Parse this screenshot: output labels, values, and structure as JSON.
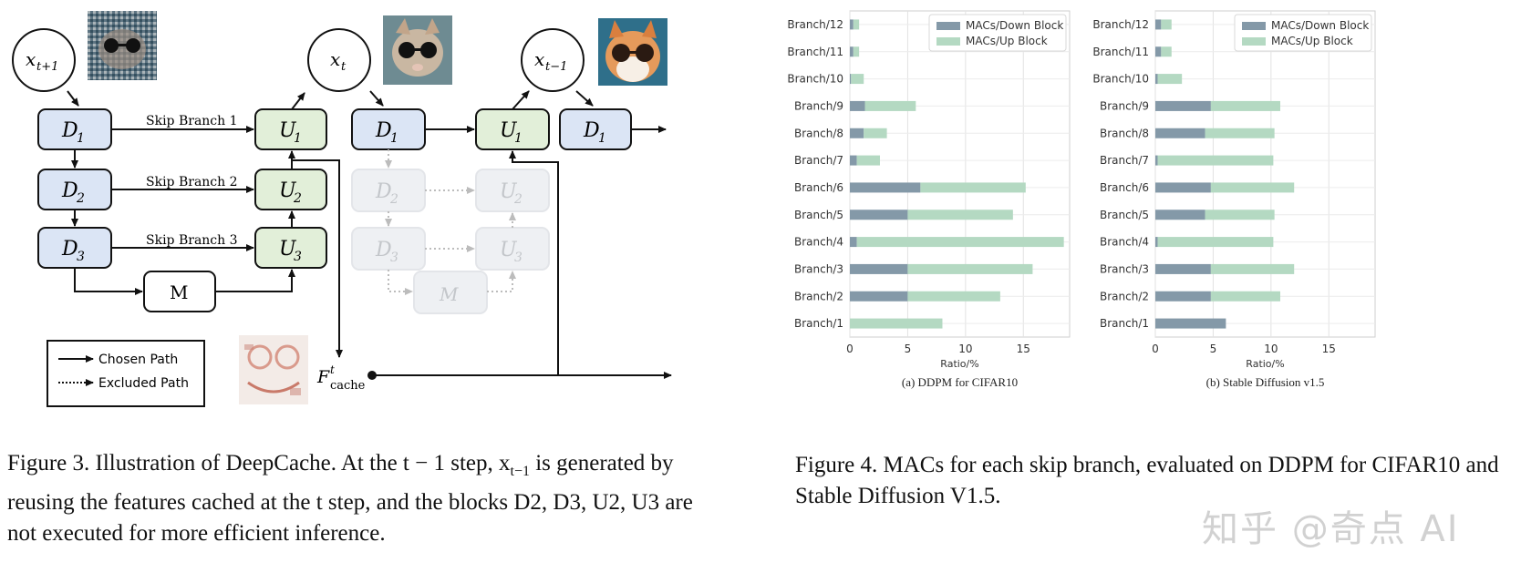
{
  "figure3": {
    "inputs": {
      "x_prev_base": "x",
      "x_prev_sub": "t+1",
      "x_t_base": "x",
      "x_t_sub": "t",
      "x_next_base": "x",
      "x_next_sub": "t−1"
    },
    "blocks": {
      "D1": "D",
      "D1_sub": "1",
      "D2": "D",
      "D2_sub": "2",
      "D3": "D",
      "D3_sub": "3",
      "U1": "U",
      "U1_sub": "1",
      "U2": "U",
      "U2_sub": "2",
      "U3": "U",
      "U3_sub": "3",
      "M": "M"
    },
    "skip_labels": [
      "Skip Branch 1",
      "Skip Branch 2",
      "Skip Branch 3"
    ],
    "cache_label_base": "F",
    "cache_label_sup": "t",
    "cache_label_sub": "cache",
    "legend": {
      "chosen": "Chosen Path",
      "excluded": "Excluded Path"
    },
    "caption": "Figure 3. Illustration of DeepCache. At the t − 1 step, x",
    "caption_sub": "t−1",
    "caption_rest": " is generated by reusing the features cached at the t step, and the blocks D",
    "caption_tail": "2, D3, U2, U3 are not executed for more efficient inference."
  },
  "figure4": {
    "caption": "Figure 4.  MACs for each skip branch, evaluated on DDPM for CIFAR10 and Stable Diffusion V1.5.",
    "watermark": "知乎 @奇点 AI"
  },
  "colors": {
    "down_block": "#8499a8",
    "up_block": "#b4d9c2",
    "d_block_fill": "#dbe5f5",
    "u_block_fill": "#e2efd9",
    "faded_fill": "#eef0f3"
  },
  "chart_data": [
    {
      "type": "bar",
      "orientation": "horizontal",
      "stacked": true,
      "title": "(a) DDPM for CIFAR10",
      "xlabel": "Ratio/%",
      "xlim": [
        0,
        19
      ],
      "xticks": [
        0,
        5,
        10,
        15
      ],
      "grid": true,
      "legend_position": "top-right",
      "categories": [
        "Branch/1",
        "Branch/2",
        "Branch/3",
        "Branch/4",
        "Branch/5",
        "Branch/6",
        "Branch/7",
        "Branch/8",
        "Branch/9",
        "Branch/10",
        "Branch/11",
        "Branch/12"
      ],
      "series": [
        {
          "name": "MACs/Down Block",
          "color": "#8499a8",
          "values": [
            0,
            5.0,
            5.0,
            0.6,
            5.0,
            6.1,
            0.6,
            1.2,
            1.3,
            0.1,
            0.3,
            0.3
          ]
        },
        {
          "name": "MACs/Up Block",
          "color": "#b4d9c2",
          "values": [
            8.0,
            8.0,
            10.8,
            17.9,
            9.1,
            9.1,
            2.0,
            2.0,
            4.4,
            1.1,
            0.5,
            0.5
          ]
        }
      ]
    },
    {
      "type": "bar",
      "orientation": "horizontal",
      "stacked": true,
      "title": "(b) Stable Diffusion v1.5",
      "xlabel": "Ratio/%",
      "xlim": [
        0,
        19
      ],
      "xticks": [
        0,
        5,
        10,
        15
      ],
      "grid": true,
      "legend_position": "top-right",
      "categories": [
        "Branch/1",
        "Branch/2",
        "Branch/3",
        "Branch/4",
        "Branch/5",
        "Branch/6",
        "Branch/7",
        "Branch/8",
        "Branch/9",
        "Branch/10",
        "Branch/11",
        "Branch/12"
      ],
      "series": [
        {
          "name": "MACs/Down Block",
          "color": "#8499a8",
          "values": [
            6.1,
            4.8,
            4.8,
            0.2,
            4.3,
            4.8,
            0.2,
            4.3,
            4.8,
            0.2,
            0.5,
            0.5
          ]
        },
        {
          "name": "MACs/Up Block",
          "color": "#b4d9c2",
          "values": [
            0,
            6.0,
            7.2,
            10.0,
            6.0,
            7.2,
            10.0,
            6.0,
            6.0,
            2.1,
            0.9,
            0.9
          ]
        }
      ]
    }
  ]
}
